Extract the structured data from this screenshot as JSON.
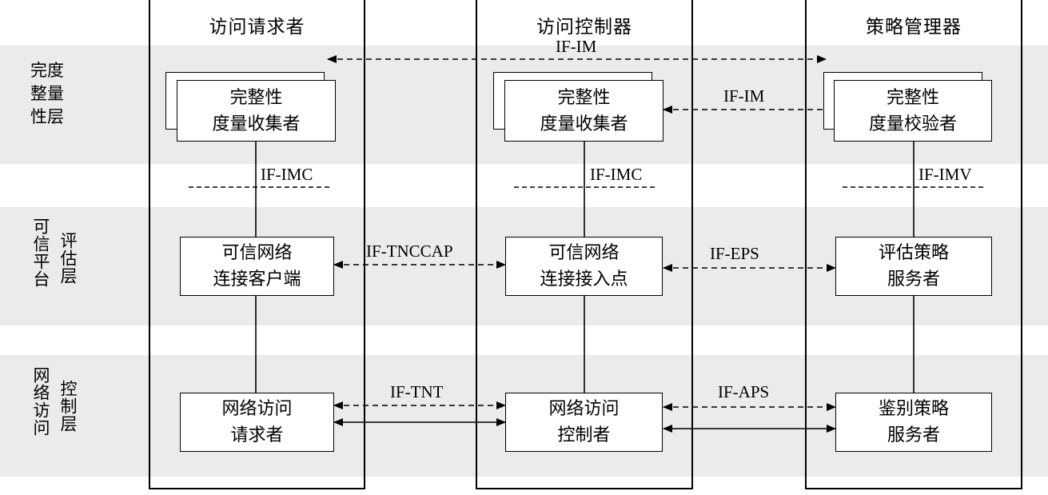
{
  "columns": {
    "requester": "访问请求者",
    "controller": "访问控制器",
    "policy": "策略管理器"
  },
  "layers": {
    "integrity": {
      "label_col1": "完度",
      "label_col2": "整量",
      "label_col3": "性层",
      "requester_box": [
        "完整性",
        "度量收集者"
      ],
      "controller_box": [
        "完整性",
        "度量收集者"
      ],
      "policy_box": [
        "完整性",
        "度量校验者"
      ]
    },
    "trusted_platform": {
      "label_left": "可信平台",
      "label_right": "评估层",
      "requester_box": [
        "可信网络",
        "连接客户端"
      ],
      "controller_box": [
        "可信网络",
        "连接接入点"
      ],
      "policy_box": [
        "评估策略",
        "服务者"
      ]
    },
    "network_access": {
      "label_left": "网络访问",
      "label_right": "控制层",
      "requester_box": [
        "网络访问",
        "请求者"
      ],
      "controller_box": [
        "网络访问",
        "控制者"
      ],
      "policy_box": [
        "鉴别策略",
        "服务者"
      ]
    }
  },
  "interfaces": {
    "if_im_top": "IF-IM",
    "if_im_right": "IF-IM",
    "if_imc_left": "IF-IMC",
    "if_imc_mid": "IF-IMC",
    "if_imv": "IF-IMV",
    "if_tnccap": "IF-TNCCAP",
    "if_eps": "IF-EPS",
    "if_tnt": "IF-TNT",
    "if_aps": "IF-APS"
  }
}
